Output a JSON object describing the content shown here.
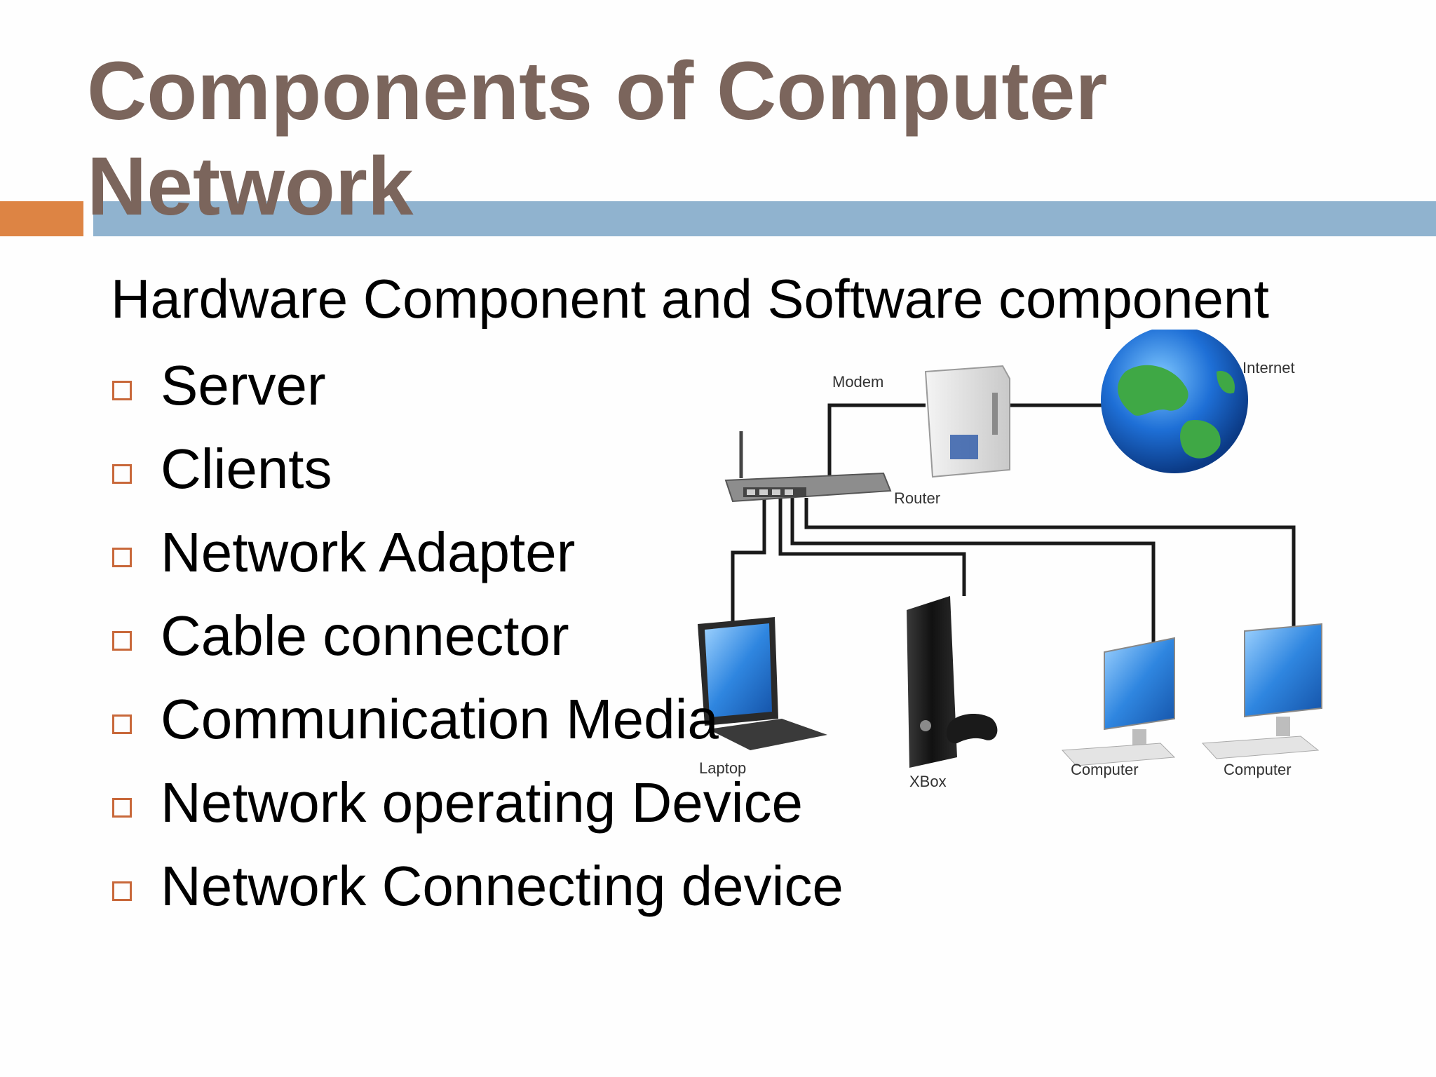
{
  "slide": {
    "title": "Components of Computer Network",
    "subtitle": "Hardware Component and Software component",
    "bullets": [
      "Server",
      "Clients",
      "Network Adapter",
      "Cable connector",
      "Communication Media",
      "Network operating Device",
      "Network Connecting device"
    ],
    "colors": {
      "title": "#7b655c",
      "accent_orange": "#dd8444",
      "accent_blue": "#90b3cf",
      "bullet_box": "#c8683a"
    }
  },
  "diagram": {
    "labels": {
      "modem": "Modem",
      "internet": "Internet",
      "router": "Router",
      "laptop": "Laptop",
      "xbox": "XBox",
      "computer_1": "Computer",
      "computer_2": "Computer"
    },
    "icons": [
      "router-icon",
      "modem-icon",
      "globe-icon",
      "laptop-icon",
      "xbox-icon",
      "desktop-computer-icon"
    ]
  }
}
